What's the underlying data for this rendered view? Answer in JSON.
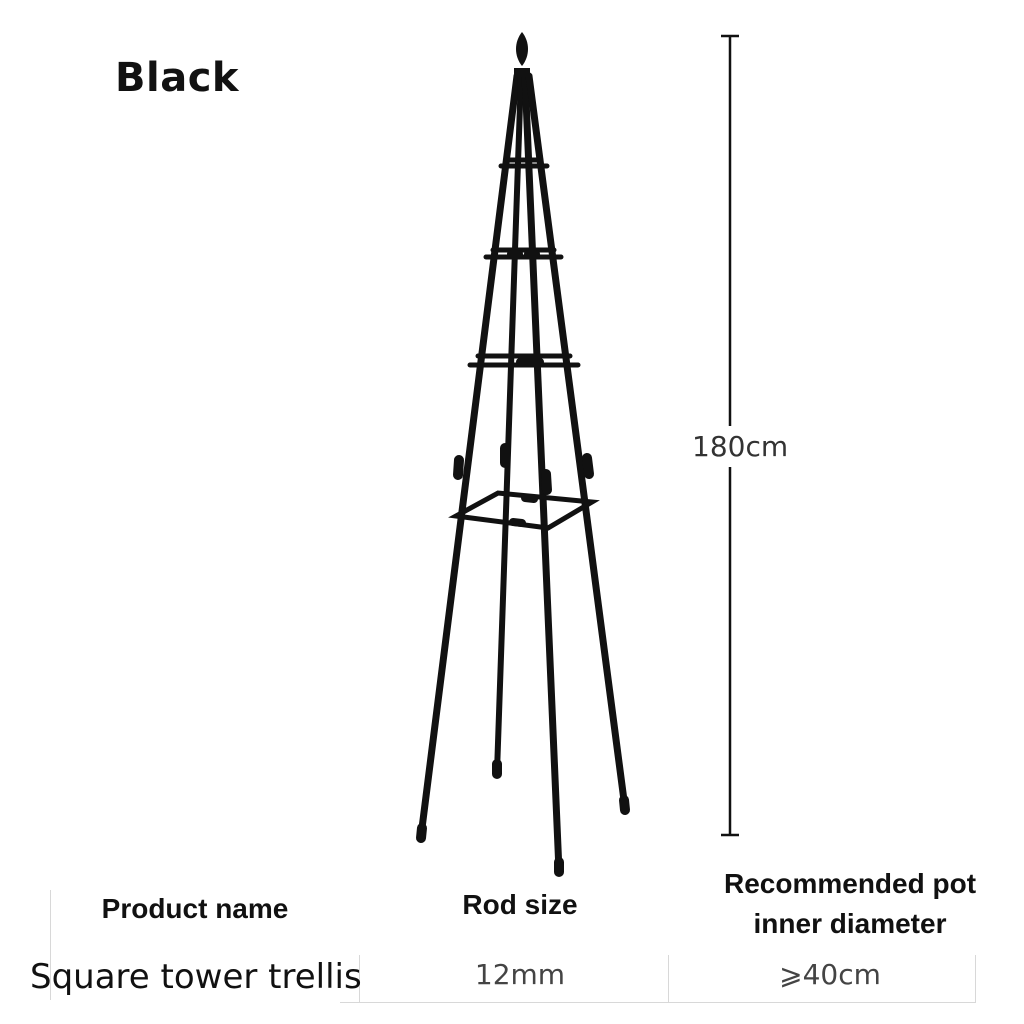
{
  "color_label": "Black",
  "dimension": {
    "height": "180cm"
  },
  "product": {
    "image": "trellis-icon",
    "type": "square obelisk tower trellis",
    "finish_color": "#111111"
  },
  "spec_table": {
    "headers": {
      "product_name": "Product name",
      "rod_size": "Rod size",
      "pot_diameter": "Recommended pot inner diameter"
    },
    "row": {
      "product_name": "Square tower trellis",
      "rod_size": "12mm",
      "pot_diameter": "⩾40cm"
    }
  }
}
